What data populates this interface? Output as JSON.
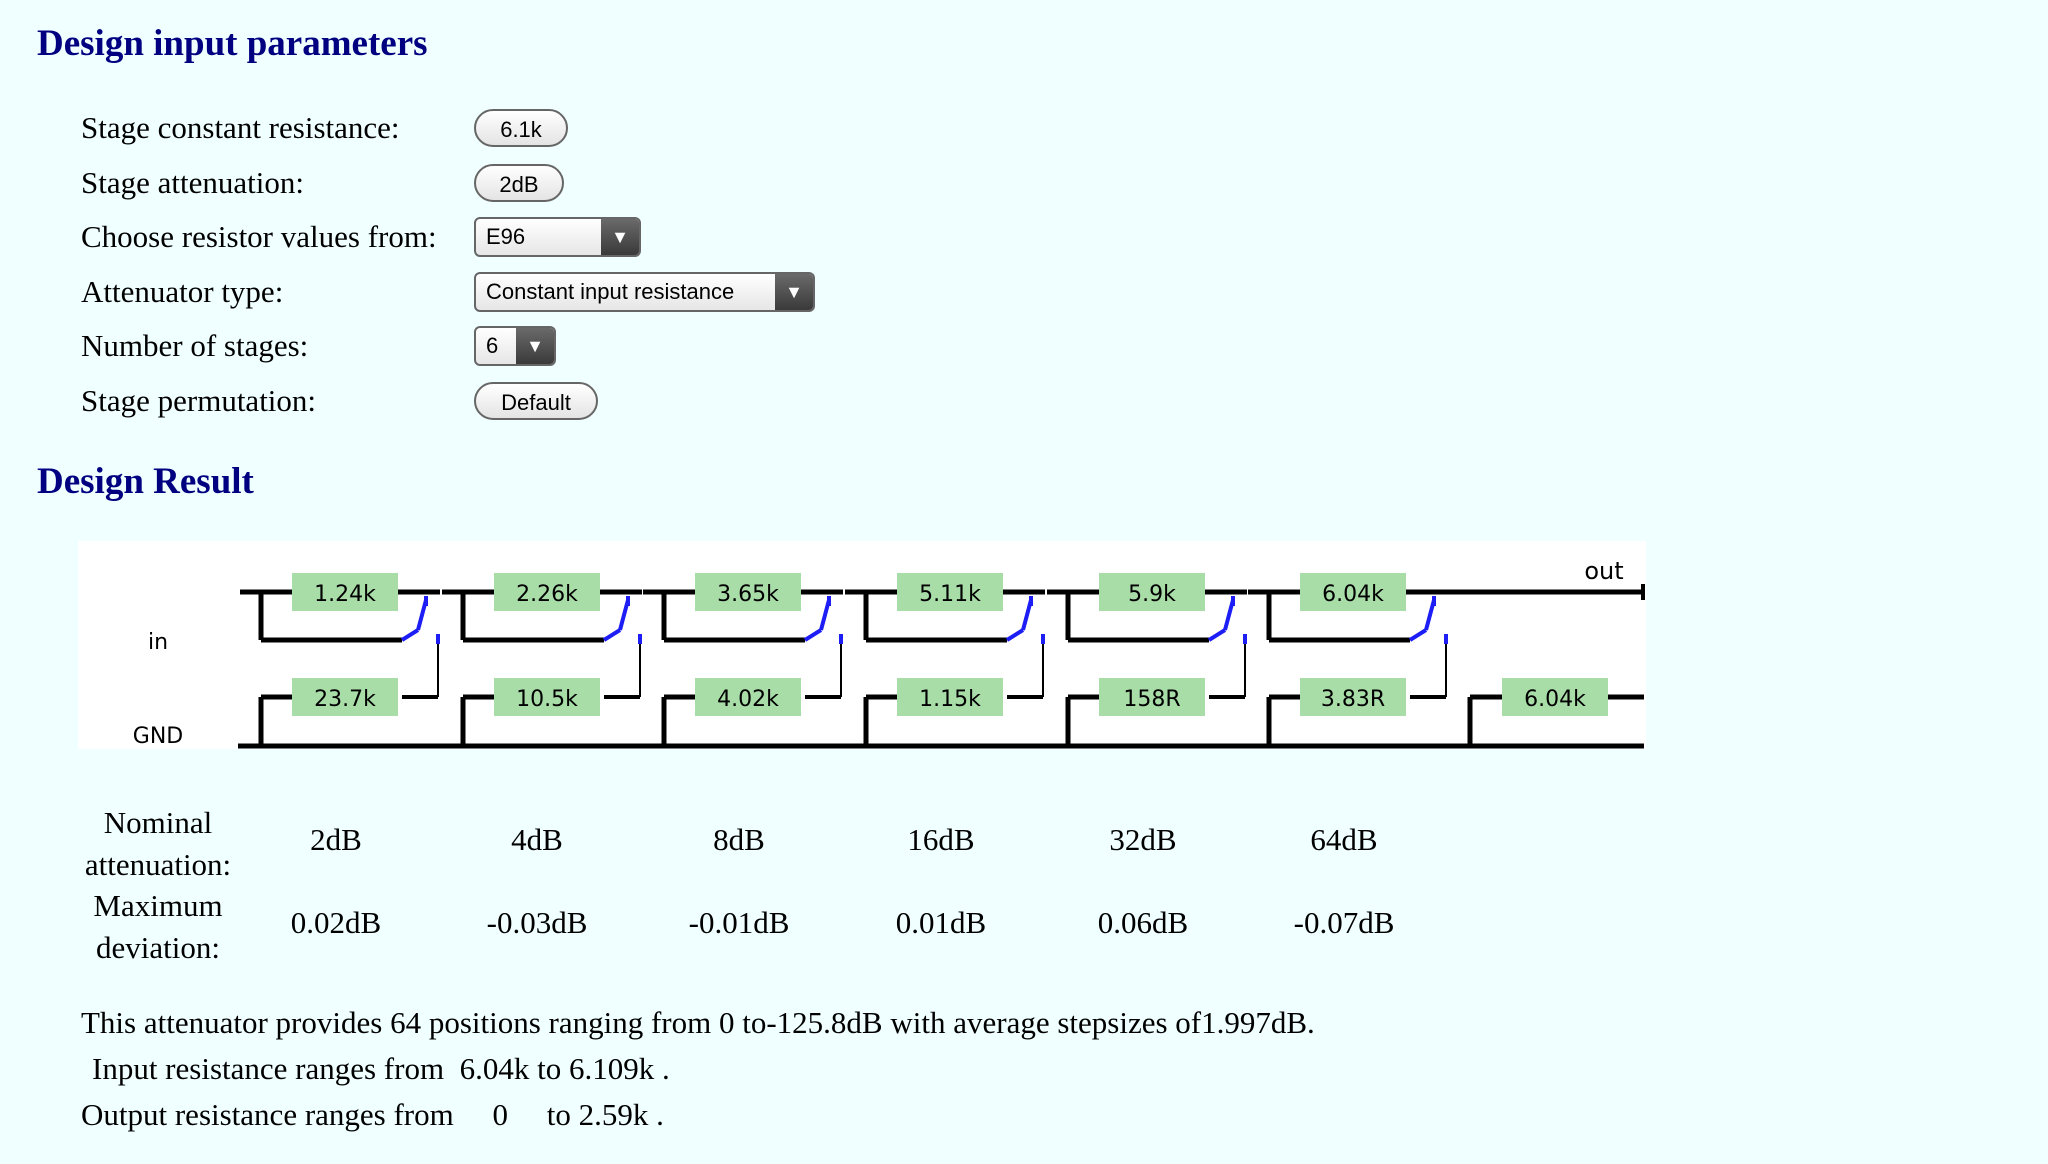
{
  "headings": {
    "params": "Design input parameters",
    "result": "Design Result"
  },
  "params": {
    "resistance_label": "Stage constant resistance:",
    "resistance_value": "6.1k",
    "attenuation_label": "Stage attenuation:",
    "attenuation_value": "2dB",
    "series_label": "Choose resistor values from:",
    "series_value": "E96",
    "type_label": "Attenuator type:",
    "type_value": "Constant input resistance",
    "stages_label": "Number of stages:",
    "stages_value": "6",
    "permutation_label": "Stage permutation:",
    "permutation_value": "Default"
  },
  "schematic": {
    "in_label": "in",
    "gnd_label": "GND",
    "out_label": "out",
    "series_resistors": [
      "1.24k",
      "2.26k",
      "3.65k",
      "5.11k",
      "5.9k",
      "6.04k"
    ],
    "shunt_resistors": [
      "23.7k",
      "10.5k",
      "4.02k",
      "1.15k",
      "158R",
      "3.83R"
    ],
    "terminal_resistor": "6.04k"
  },
  "table": {
    "nominal_label_1": "Nominal",
    "nominal_label_2": "attenuation:",
    "deviation_label_1": "Maximum",
    "deviation_label_2": "deviation:",
    "nominal": [
      "2dB",
      "4dB",
      "8dB",
      "16dB",
      "32dB",
      "64dB"
    ],
    "deviation": [
      "0.02dB",
      "-0.03dB",
      "-0.01dB",
      "0.01dB",
      "0.06dB",
      "-0.07dB"
    ]
  },
  "summary": {
    "l1_a": "This attenuator provides",
    "positions": "64",
    "l1_b": "positions ranging from 0 to",
    "range": "-125.8dB",
    "l1_c": "with average stepsizes of",
    "step": "1.997dB",
    "l1_d": ".",
    "l2_a": "Input resistance ranges from",
    "in_min": "6.04k",
    "l2_b": "to",
    "in_max": "6.109k",
    "l2_c": ".",
    "l3_a": "Output resistance ranges from",
    "out_min": "0",
    "l3_b": "to",
    "out_max": "2.59k",
    "l3_c": "."
  }
}
